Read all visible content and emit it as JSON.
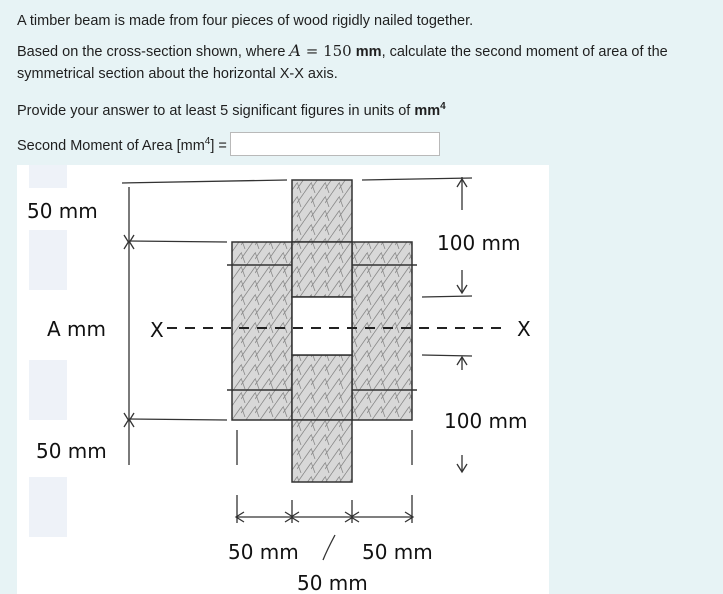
{
  "question": {
    "line1": "A timber beam is made from four pieces of wood rigidly nailed together.",
    "line2_pre": "Based on the cross-section shown, where ",
    "var_A": "A",
    "eq": " = ",
    "value_A": "150",
    "unit_A": " mm",
    "line2_post": ", calculate the second moment of area of the symmetrical section about the horizontal X-X axis.",
    "line3_pre": "Provide your answer to at least 5 significant figures in units of ",
    "line3_unit": "mm",
    "line3_unit_sup": "4"
  },
  "answer": {
    "label_pre": "Second Moment of Area [mm",
    "label_sup": "4",
    "label_post": "] =",
    "value": ""
  },
  "figure": {
    "labels": {
      "top_left": "50 mm",
      "mid_left": "A mm",
      "bottom_left": "50 mm",
      "top_right": "100 mm",
      "bottom_right": "100 mm",
      "axis_left": "X",
      "axis_right": "X",
      "bottom_a": "50 mm",
      "bottom_b": "50 mm",
      "bottom_c": "50 mm"
    }
  }
}
